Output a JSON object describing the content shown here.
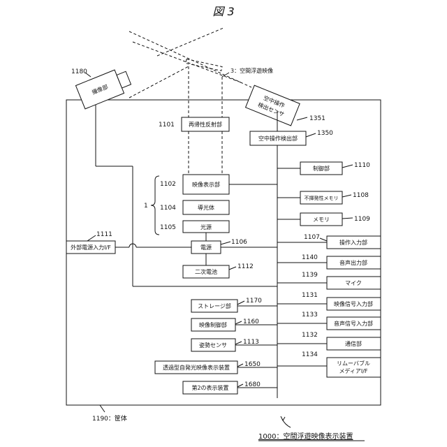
{
  "figure_title": "図 3",
  "device_caption": "1000：空間浮遊映像表示装置",
  "housing_label": "1190：筐体",
  "floating_image_label": "3：空間浮遊映像",
  "group_ref": "1",
  "camera": {
    "label": "撮像部",
    "ref": "1180"
  },
  "aerial_sensor": {
    "label_line1": "空中操作",
    "label_line2": "検出センサ",
    "ref": "1351"
  },
  "blocks": {
    "retroreflector": {
      "label": "再帰性反射部",
      "ref": "1101"
    },
    "aerial_detector": {
      "label": "空中操作検出部",
      "ref": "1350"
    },
    "video_display": {
      "label": "映像表示部",
      "ref": "1102"
    },
    "light_guide": {
      "label": "導光体",
      "ref": "1104"
    },
    "light_source": {
      "label": "光源",
      "ref": "1105"
    },
    "power": {
      "label": "電源",
      "ref": "1106"
    },
    "battery": {
      "label": "二次電池",
      "ref": "1112"
    },
    "ext_power": {
      "label": "外部電源入力I/F",
      "ref": "1111"
    },
    "control": {
      "label": "制御部",
      "ref": "1110"
    },
    "nvmem": {
      "label": "不揮発性メモリ",
      "ref": "1108"
    },
    "memory": {
      "label": "メモリ",
      "ref": "1109"
    },
    "op_input": {
      "label": "操作入力部",
      "ref": "1107"
    },
    "audio_out": {
      "label": "音声出力部",
      "ref": "1140"
    },
    "mic": {
      "label": "マイク",
      "ref": "1139"
    },
    "video_sig_in": {
      "label": "映像信号入力部",
      "ref": "1131"
    },
    "audio_sig_in": {
      "label": "音声信号入力部",
      "ref": "1133"
    },
    "comm": {
      "label": "通信部",
      "ref": "1132"
    },
    "removable_line1": "リムーバブル",
    "removable_line2": "メディアI/F",
    "removable_ref": "1134",
    "storage": {
      "label": "ストレージ部",
      "ref": "1170"
    },
    "video_ctrl": {
      "label": "映像制御部",
      "ref": "1160"
    },
    "attitude": {
      "label": "姿勢センサ",
      "ref": "1113"
    },
    "transmissive": {
      "label": "透過型自発光映像表示装置",
      "ref": "1650"
    },
    "second_display": {
      "label": "第2の表示装置",
      "ref": "1680"
    }
  }
}
